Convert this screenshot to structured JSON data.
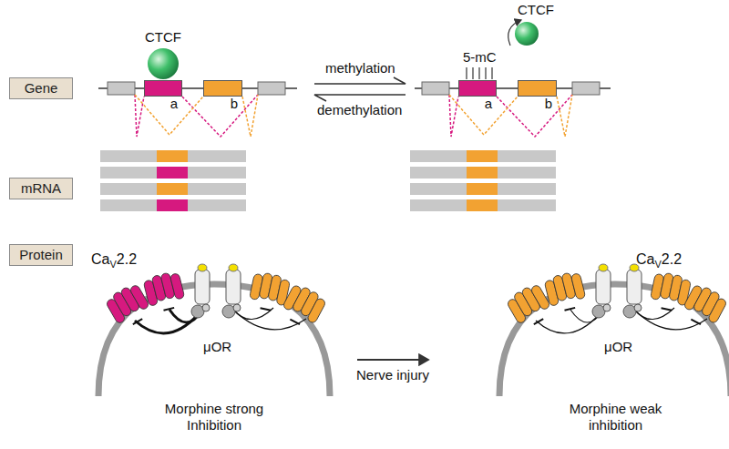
{
  "diagram": {
    "nodes": [
      {
        "text": [
          "Gene"
        ]
      },
      {
        "text": [
          "mRNA"
        ]
      },
      {
        "text": [
          "Protein"
        ]
      },
      {
        "text": [
          "a"
        ]
      },
      {
        "text": [
          "b"
        ]
      },
      {
        "text": [
          "a"
        ]
      },
      {
        "text": [
          "b"
        ]
      }
    ],
    "labels": [
      "CTCF",
      "methylation",
      "demethylation",
      "CTCF",
      "5-mC",
      "Ca",
      "V",
      "2.2",
      "μOR",
      "μOR",
      "Ca",
      "V",
      "2.2",
      "Nerve injury",
      "Morphine strong Inhibition",
      "Morphine weak inhibition"
    ]
  }
}
